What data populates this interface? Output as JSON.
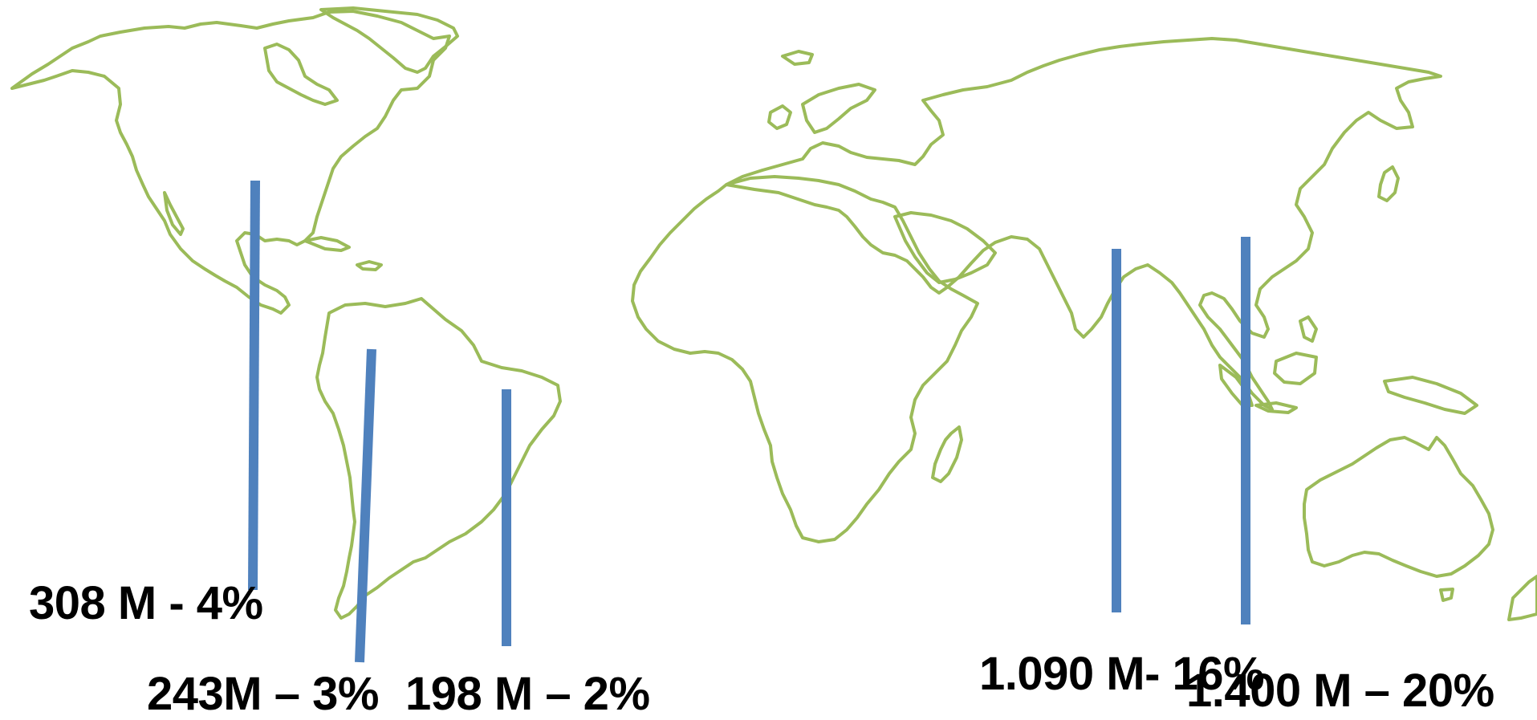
{
  "colors": {
    "land": "#9bbb59",
    "marker": "#4f81bd",
    "text": "#000000",
    "background": "#ffffff"
  },
  "markers": [
    {
      "id": "north-america",
      "label": "308 M -  4%"
    },
    {
      "id": "mexico-andes",
      "label": "243M – 3%"
    },
    {
      "id": "brazil",
      "label": "198 M – 2%"
    },
    {
      "id": "india",
      "label": "1.090 M- 16%"
    },
    {
      "id": "china",
      "label": "1.400 M – 20%"
    }
  ]
}
